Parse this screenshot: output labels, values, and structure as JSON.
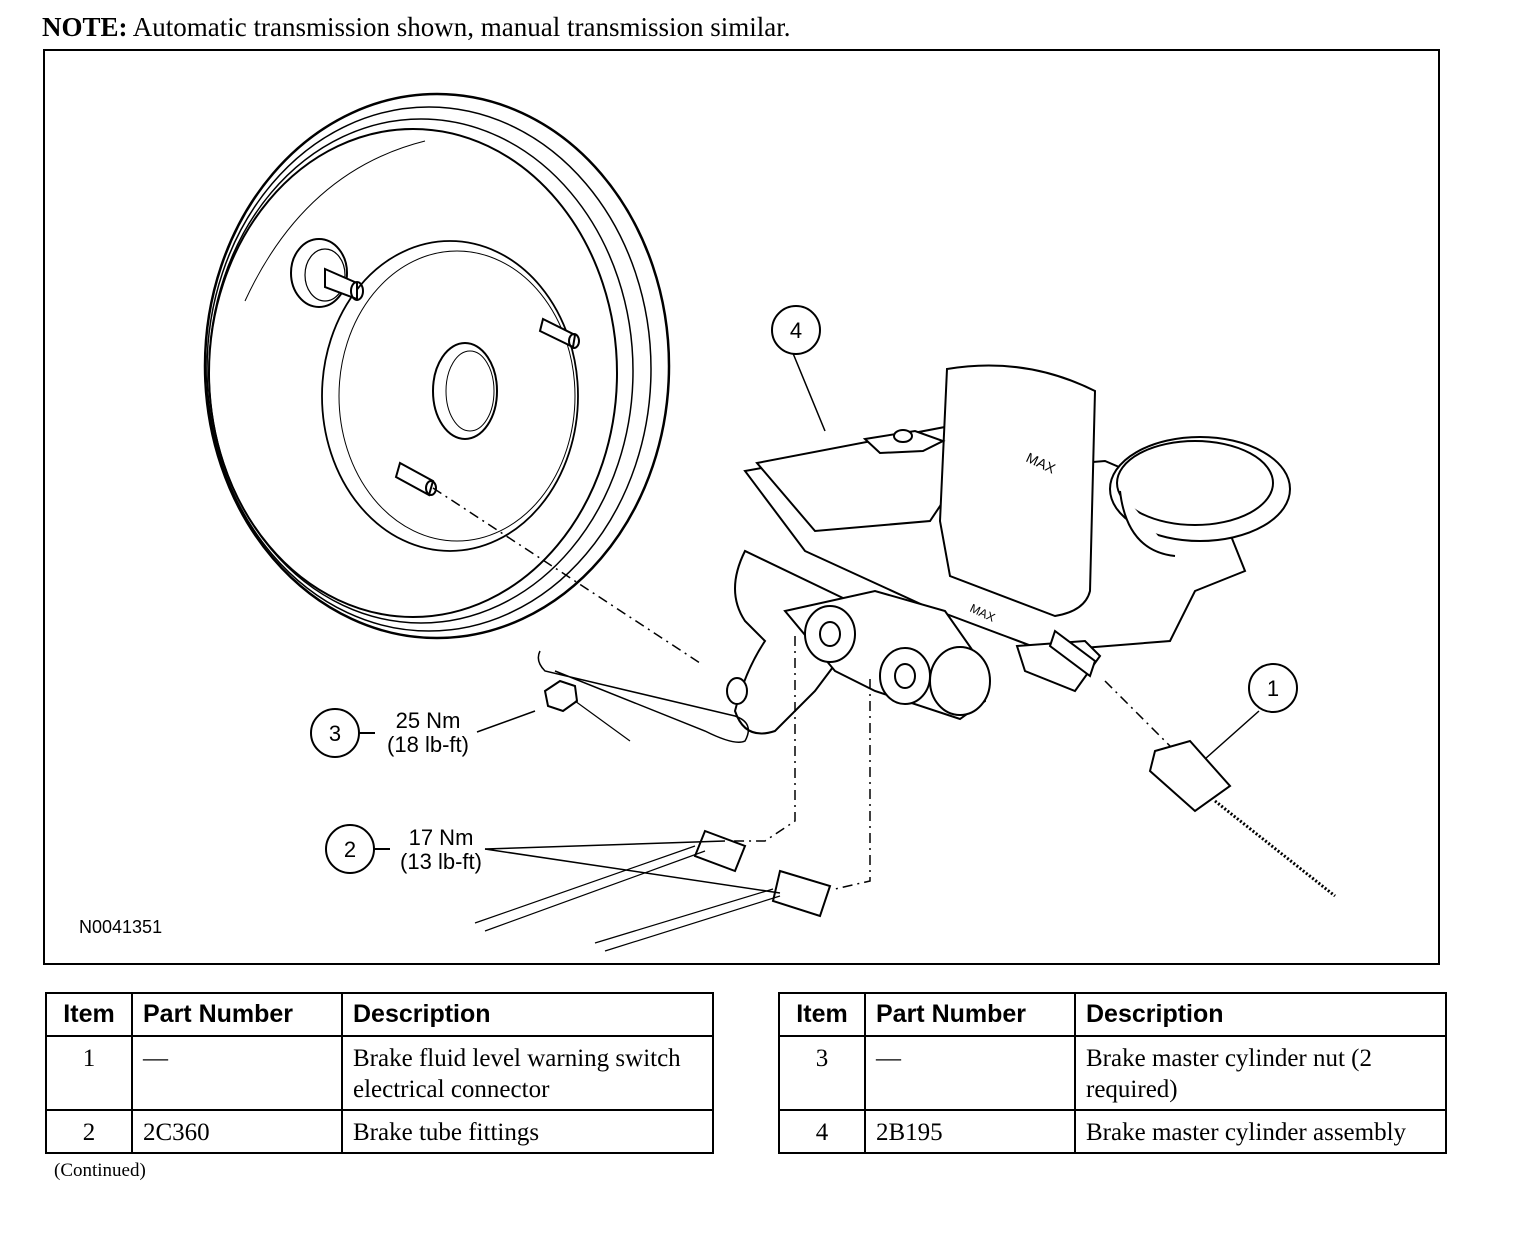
{
  "note": {
    "label": "NOTE:",
    "text": "Automatic transmission shown, manual transmission similar."
  },
  "figure": {
    "id": "N0041351",
    "callouts": [
      {
        "number": "1"
      },
      {
        "number": "2",
        "torque_nm": "17 Nm",
        "torque_lbft": "(13 lb-ft)"
      },
      {
        "number": "3",
        "torque_nm": "25 Nm",
        "torque_lbft": "(18 lb-ft)"
      },
      {
        "number": "4"
      }
    ],
    "reservoir_marks": [
      "MAX",
      "MAX"
    ]
  },
  "tables": [
    {
      "headers": [
        "Item",
        "Part Number",
        "Description"
      ],
      "rows": [
        {
          "item": "1",
          "part_number": "—",
          "description": "Brake fluid level warning switch electrical connector"
        },
        {
          "item": "2",
          "part_number": "2C360",
          "description": "Brake tube fittings"
        }
      ]
    },
    {
      "headers": [
        "Item",
        "Part Number",
        "Description"
      ],
      "rows": [
        {
          "item": "3",
          "part_number": "—",
          "description": "Brake master cylinder nut (2 required)"
        },
        {
          "item": "4",
          "part_number": "2B195",
          "description": "Brake master cylinder assembly"
        }
      ]
    }
  ],
  "continued": "(Continued)"
}
